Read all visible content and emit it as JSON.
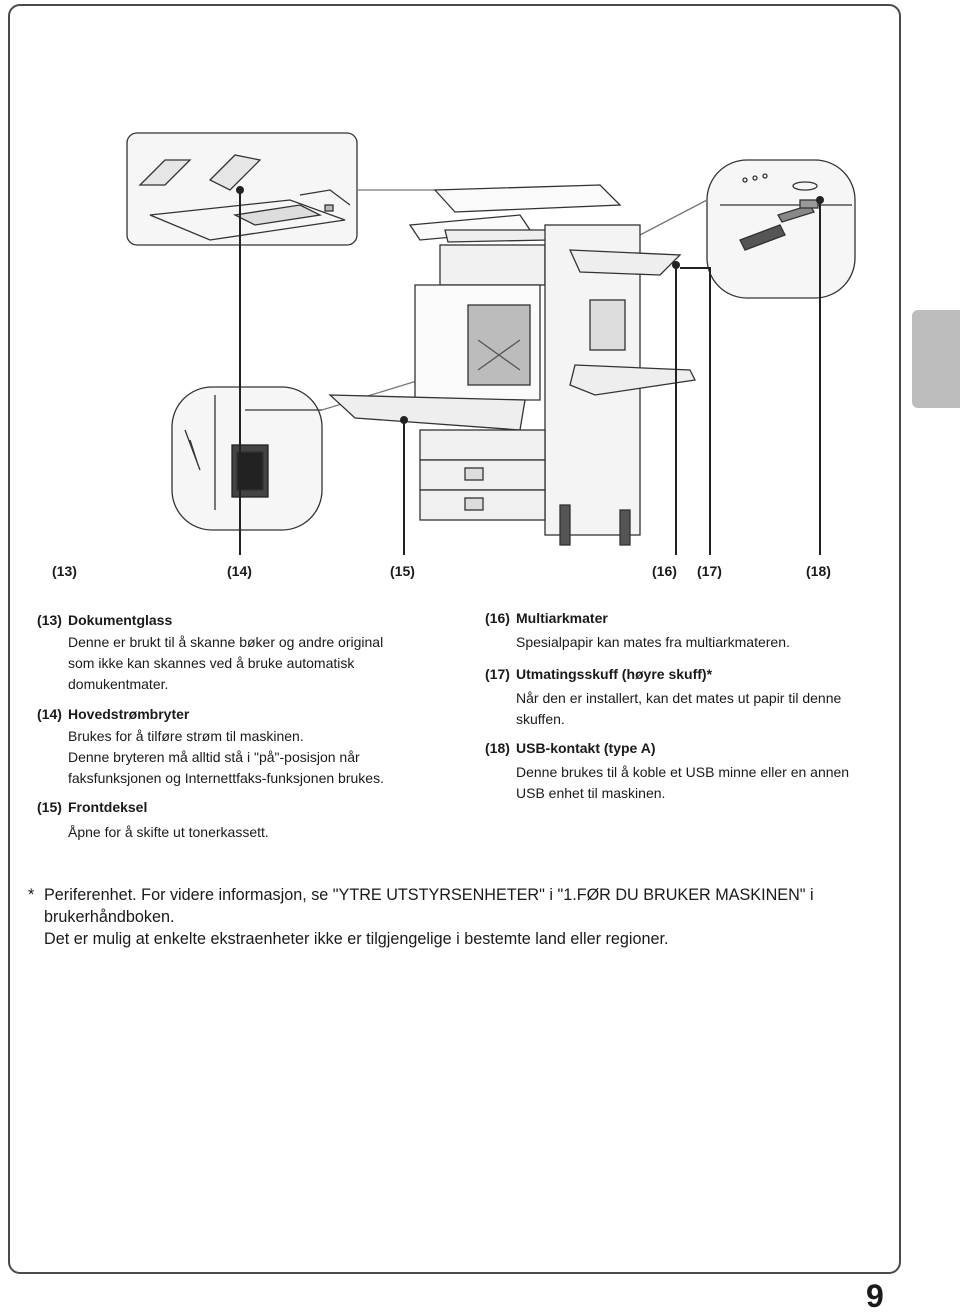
{
  "page_number": "9",
  "callouts": [
    "(13)",
    "(14)",
    "(15)",
    "(16)",
    "(17)",
    "(18)"
  ],
  "left_items": [
    {
      "num": "(13)",
      "title": "Dokumentglass",
      "body": [
        "Denne er brukt til å skanne bøker og andre original",
        "som ikke kan skannes ved å bruke automatisk",
        "domukentmater."
      ]
    },
    {
      "num": "(14)",
      "title": "Hovedstrømbryter",
      "body": [
        "Brukes for å tilføre strøm til maskinen.",
        "Denne bryteren må alltid stå i \"på\"-posisjon når",
        "faksfunksjonen og Internettfaks-funksjonen brukes."
      ]
    },
    {
      "num": "(15)",
      "title": "Frontdeksel",
      "body": [
        "Åpne for å skifte ut tonerkassett."
      ]
    }
  ],
  "right_items": [
    {
      "num": "(16)",
      "title": "Multiarkmater",
      "body": [
        "Spesialpapir kan mates fra multiarkmateren."
      ]
    },
    {
      "num": "(17)",
      "title": "Utmatingsskuff (høyre skuff)*",
      "body": [
        "Når den er installert, kan det mates ut papir til denne",
        "skuffen."
      ]
    },
    {
      "num": "(18)",
      "title": "USB-kontakt (type A)",
      "body": [
        "Denne brukes til å koble et USB minne eller en annen",
        "USB enhet til maskinen."
      ]
    }
  ],
  "footnote": {
    "star": "*",
    "lines": [
      "Periferenhet. For videre informasjon, se \"YTRE UTSTYRSENHETER\" i \"1.FØR DU BRUKER MASKINEN\" i",
      "brukerhåndboken.",
      "Det er mulig at enkelte ekstraenheter ikke er tilgjengelige i bestemte land eller regioner."
    ]
  },
  "colors": {
    "border": "#4a4a4a",
    "tab": "#bdbdbd",
    "line": "#222222"
  }
}
